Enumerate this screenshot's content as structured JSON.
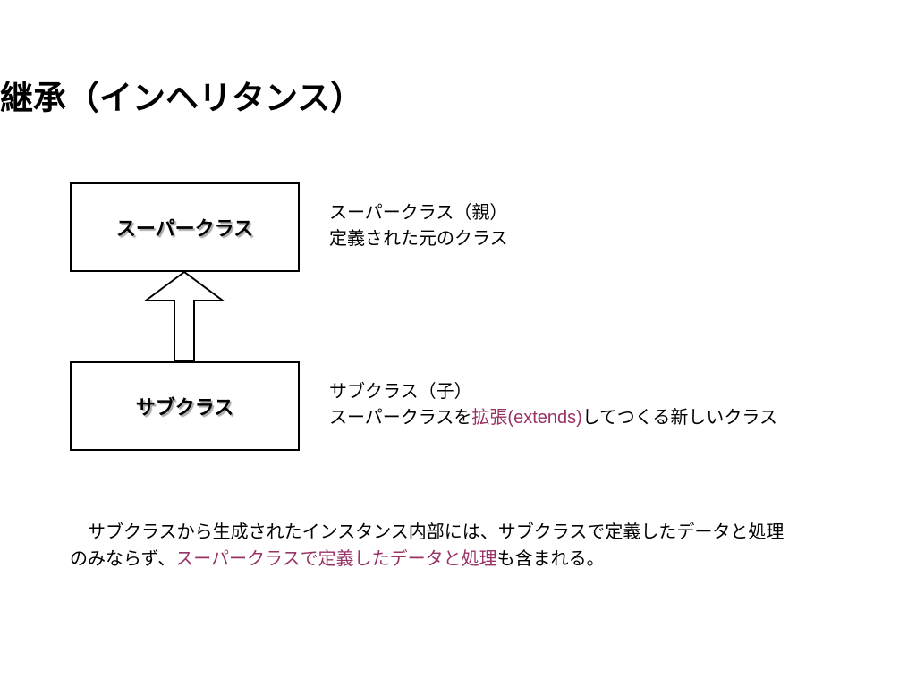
{
  "colors": {
    "accent": "#993366",
    "text": "#000000",
    "background": "#ffffff"
  },
  "title": "継承（インヘリタンス）",
  "diagram": {
    "superclass_box_label": "スーパークラス",
    "subclass_box_label": "サブクラス",
    "arrow_icon": "hollow-up-arrow"
  },
  "notes": {
    "superclass": {
      "line1": "スーパークラス（親）",
      "line2": "定義された元のクラス"
    },
    "subclass": {
      "line1": "サブクラス（子）",
      "line2_pre": "スーパークラスを",
      "line2_accent": "拡張(extends)",
      "line2_post": "してつくる新しいクラス"
    }
  },
  "summary": {
    "line1": "　サブクラスから生成されたインスタンス内部には、サブクラスで定義したデータと処理",
    "line2_pre": "のみならず、",
    "line2_accent": "スーパークラスで定義したデータと処理",
    "line2_post": "も含まれる。"
  }
}
